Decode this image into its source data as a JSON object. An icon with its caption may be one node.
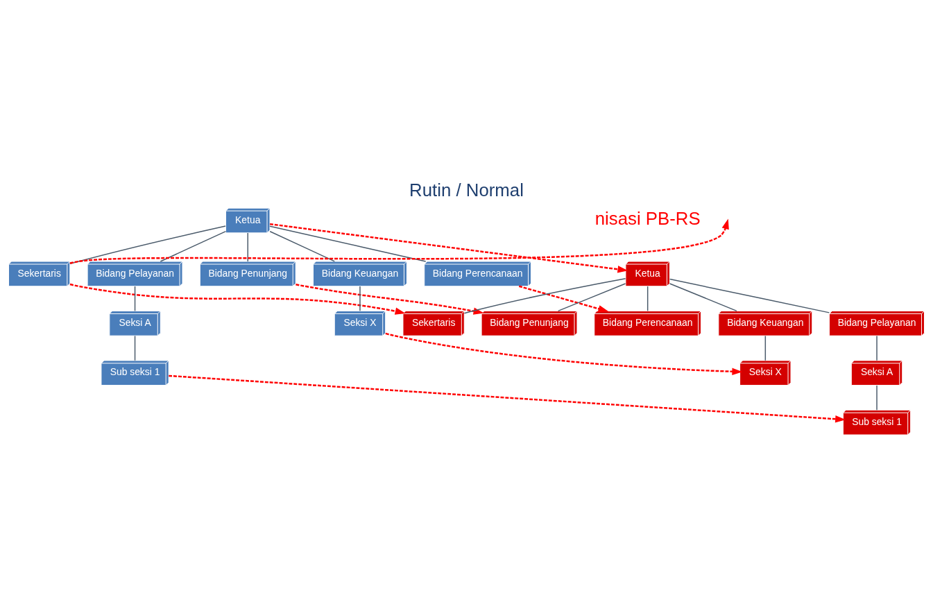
{
  "diagram": {
    "title": "Rutin / Normal",
    "nodes": [
      {
        "text": [
          "Ketua"
        ]
      },
      {
        "text": [
          "Sekertaris"
        ]
      },
      {
        "text": [
          "Bidang Pelayanan"
        ]
      },
      {
        "text": [
          "Bidang Penunjang"
        ]
      },
      {
        "text": [
          "Bidang Keuangan"
        ]
      },
      {
        "text": [
          "Bidang Perencanaan"
        ]
      },
      {
        "text": [
          "Seksi A"
        ]
      },
      {
        "text": [
          "Sub seksi 1"
        ]
      },
      {
        "text": [
          "Seksi X"
        ]
      },
      {
        "text": [
          "Ketua"
        ]
      },
      {
        "text": [
          "Sekertaris"
        ]
      },
      {
        "text": [
          "Bidang Pelayanan"
        ]
      },
      {
        "text": [
          "Bidang Penunjang"
        ]
      },
      {
        "text": [
          "Bidang Keuangan"
        ]
      },
      {
        "text": [
          "Bidang Perencanaan"
        ]
      },
      {
        "text": [
          "Seksi A"
        ]
      },
      {
        "text": [
          "Sub seksi 1"
        ]
      },
      {
        "text": [
          "Seksi X"
        ]
      }
    ],
    "edges": [
      {
        "from": 0,
        "to": 1,
        "arrow": "none"
      },
      {
        "from": 0,
        "to": 2,
        "arrow": "none"
      },
      {
        "from": 0,
        "to": 3,
        "arrow": "none"
      },
      {
        "from": 0,
        "to": 4,
        "arrow": "none"
      },
      {
        "from": 0,
        "to": 5,
        "arrow": "none"
      },
      {
        "from": 2,
        "to": 6,
        "arrow": "none"
      },
      {
        "from": 6,
        "to": 7,
        "arrow": "none"
      },
      {
        "from": 4,
        "to": 8,
        "arrow": "none"
      },
      {
        "from": 9,
        "to": 10,
        "arrow": "none"
      },
      {
        "from": 9,
        "to": 11,
        "arrow": "none"
      },
      {
        "from": 9,
        "to": 12,
        "arrow": "none"
      },
      {
        "from": 9,
        "to": 13,
        "arrow": "none"
      },
      {
        "from": 9,
        "to": 14,
        "arrow": "none"
      },
      {
        "from": 11,
        "to": 15,
        "arrow": "none"
      },
      {
        "from": 15,
        "to": 16,
        "arrow": "none"
      },
      {
        "from": 13,
        "to": 17,
        "arrow": "none"
      },
      {
        "from": 0,
        "to": 9,
        "arrow": "to",
        "style": "dashed",
        "color": "#ff0000"
      },
      {
        "from": 1,
        "to": null,
        "arrow": "to",
        "style": "dashed",
        "color": "#ff0000"
      },
      {
        "from": 1,
        "to": 10,
        "arrow": "to",
        "style": "dashed",
        "color": "#ff0000"
      },
      {
        "from": 3,
        "to": 12,
        "arrow": "to",
        "style": "dashed",
        "color": "#ff0000"
      },
      {
        "from": 7,
        "to": 16,
        "arrow": "to",
        "style": "dashed",
        "color": "#ff0000"
      },
      {
        "from": 5,
        "to": 14,
        "arrow": "to",
        "style": "dashed",
        "color": "#ff0000"
      },
      {
        "from": 8,
        "to": 17,
        "arrow": "to",
        "style": "dashed",
        "color": "#ff0000"
      }
    ],
    "labels": [
      "nisasi PB-RS"
    ]
  }
}
